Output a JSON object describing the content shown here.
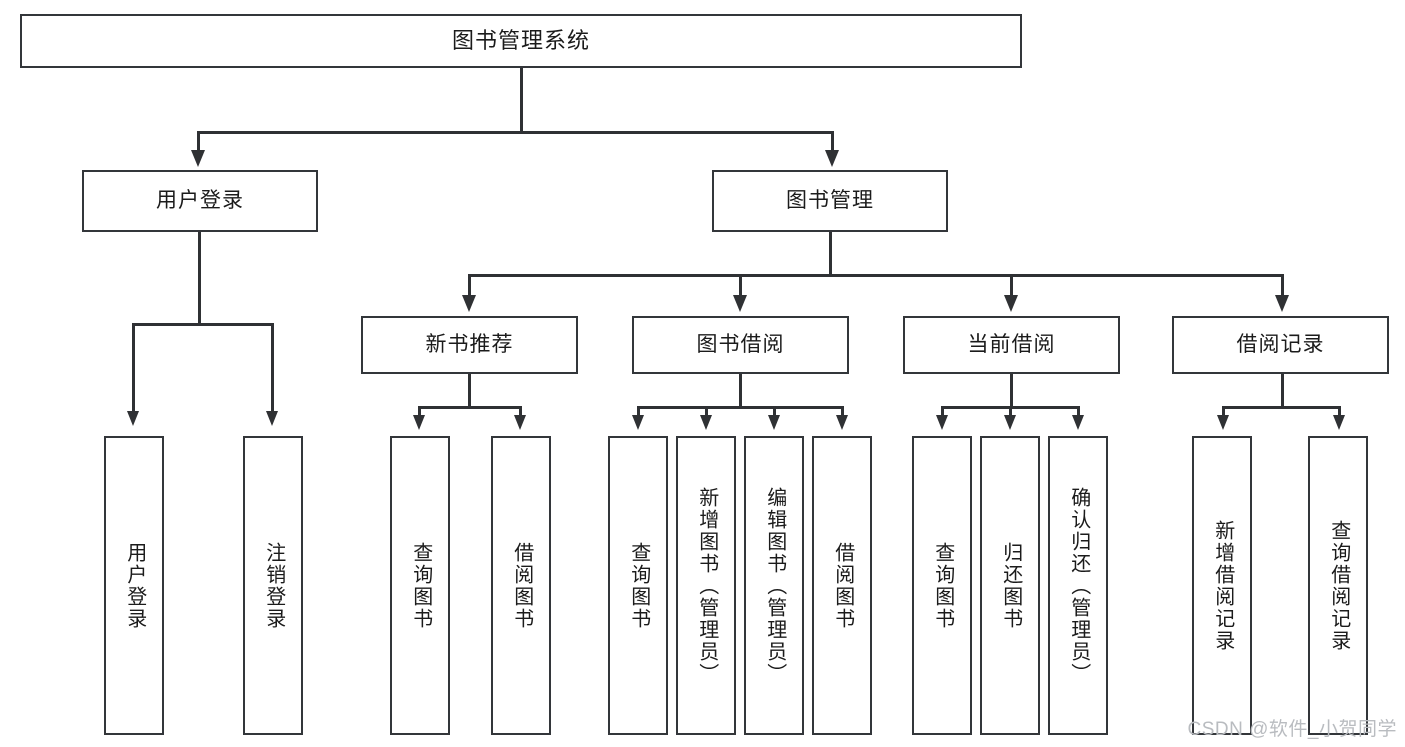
{
  "diagram": {
    "title": "图书管理系统",
    "type": "tree-hierarchy-diagram",
    "colors": {
      "box_border": "#33363a",
      "connector": "#2f3134",
      "background": "#ffffff",
      "text": "#1b1b1b",
      "watermark": "#b9bcc0"
    },
    "root": {
      "label": "图书管理系统"
    },
    "level2": [
      {
        "label": "用户登录"
      },
      {
        "label": "图书管理"
      }
    ],
    "level3": [
      {
        "label": "新书推荐"
      },
      {
        "label": "图书借阅"
      },
      {
        "label": "当前借阅"
      },
      {
        "label": "借阅记录"
      }
    ],
    "leaves": {
      "user_login": [
        {
          "label": "用户登录"
        },
        {
          "label": "注销登录"
        }
      ],
      "new_book_recommend": [
        {
          "label": "查询图书"
        },
        {
          "label": "借阅图书"
        }
      ],
      "book_borrow": [
        {
          "label": "查询图书"
        },
        {
          "label": "新增图书（管理员）"
        },
        {
          "label": "编辑图书（管理员）"
        },
        {
          "label": "借阅图书"
        }
      ],
      "current_borrow": [
        {
          "label": "查询图书"
        },
        {
          "label": "归还图书"
        },
        {
          "label": "确认归还（管理员）"
        }
      ],
      "borrow_record": [
        {
          "label": "新增借阅记录"
        },
        {
          "label": "查询借阅记录"
        }
      ]
    }
  },
  "watermark": {
    "text": "CSDN @软件_小贺同学"
  }
}
